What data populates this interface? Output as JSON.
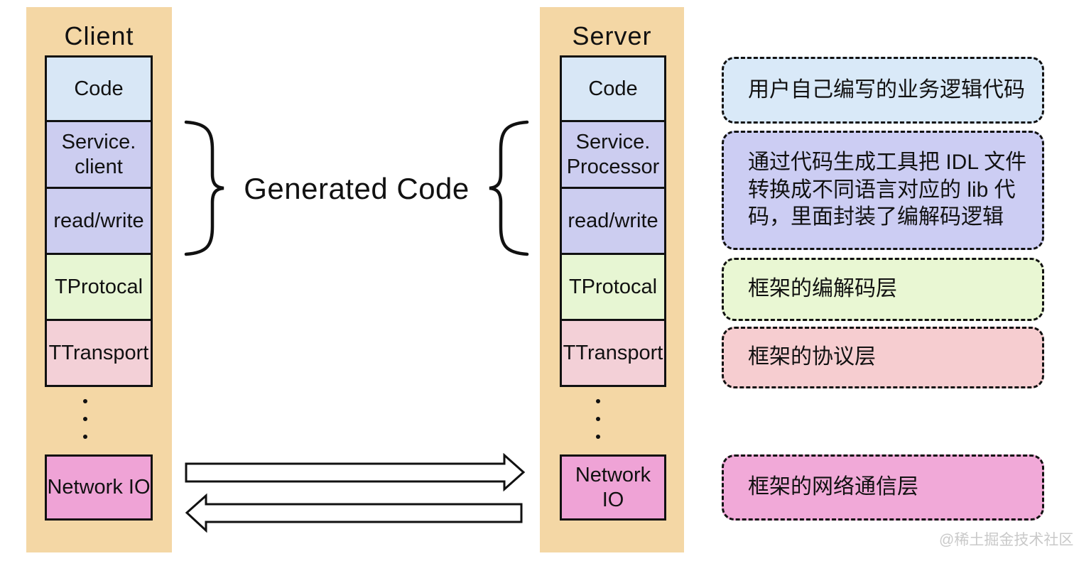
{
  "client": {
    "title": "Client",
    "background": "#f4d7a5",
    "layers": [
      {
        "name": "code",
        "label": "Code",
        "color": "#d8e7f6"
      },
      {
        "name": "service-client",
        "label": "Service.\nclient",
        "color": "#cccdf0"
      },
      {
        "name": "read-write",
        "label": "read/write",
        "color": "#cccdf0"
      },
      {
        "name": "tprotocal",
        "label": "TProtocal",
        "color": "#e7f6d3"
      },
      {
        "name": "ttransport",
        "label": "TTransport",
        "color": "#f3d0d7"
      },
      {
        "name": "network-io",
        "label": "Network IO",
        "color": "#efa3d6"
      }
    ]
  },
  "server": {
    "title": "Server",
    "background": "#f4d7a5",
    "layers": [
      {
        "name": "code",
        "label": "Code",
        "color": "#d8e7f6"
      },
      {
        "name": "service-processor",
        "label": "Service.\nProcessor",
        "color": "#cccdf0"
      },
      {
        "name": "read-write",
        "label": "read/write",
        "color": "#cccdf0"
      },
      {
        "name": "tprotocal",
        "label": "TProtocal",
        "color": "#e7f6d3"
      },
      {
        "name": "ttransport",
        "label": "TTransport",
        "color": "#f3d0d7"
      },
      {
        "name": "network-io",
        "label": "Network IO",
        "color": "#efa3d6"
      }
    ]
  },
  "center": {
    "label": "Generated Code"
  },
  "annotations": [
    {
      "text": "用户自己编写的业务逻辑代码",
      "color": "#d9e9f8"
    },
    {
      "text": "通过代码生成工具把 IDL 文件\n转换成不同语言对应的 lib 代\n码，里面封装了编解码逻辑",
      "color": "#cccdf3"
    },
    {
      "text": "框架的编解码层",
      "color": "#e9f7d3"
    },
    {
      "text": "框架的协议层",
      "color": "#f6cdd0"
    },
    {
      "text": "框架的网络通信层",
      "color": "#f1a9d8"
    }
  ],
  "watermark": {
    "text": "@稀土掘金技术社区",
    "color": "#c9c9c9"
  }
}
